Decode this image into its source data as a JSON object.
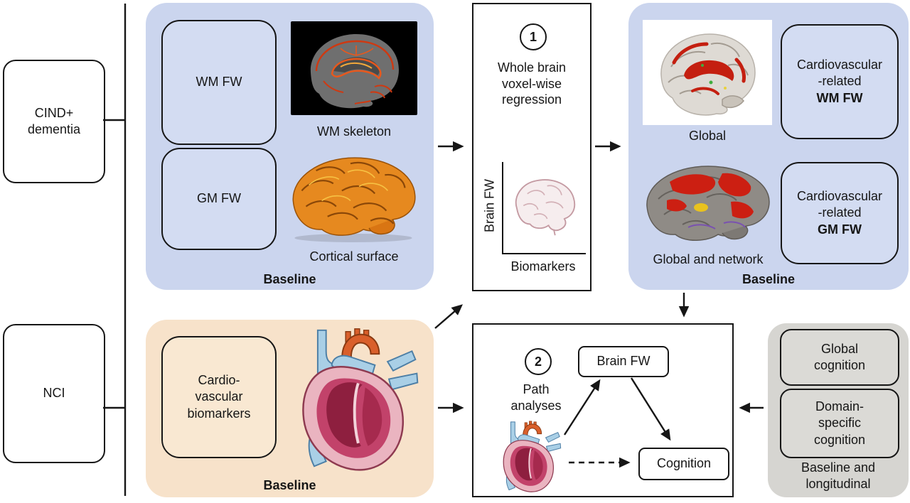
{
  "figure": {
    "cohort": {
      "cind_label": "CIND+\ndementia",
      "nci_label": "NCI"
    },
    "imaging_panel": {
      "wm_fw": "WM FW",
      "gm_fw": "GM FW",
      "wm_skeleton_caption": "WM skeleton",
      "cortical_surface_caption": "Cortical surface",
      "baseline": "Baseline"
    },
    "step1": {
      "number": "1",
      "title": "Whole brain\nvoxel-wise\nregression",
      "y_axis_label": "Brain FW",
      "x_axis_label": "Biomarkers"
    },
    "results_panel": {
      "global_caption": "Global",
      "global_network_caption": "Global and network",
      "wm_box_text": "Cardiovascular\n-related",
      "wm_box_bold": "WM FW",
      "gm_box_text": "Cardiovascular\n-related",
      "gm_box_bold": "GM FW",
      "baseline": "Baseline"
    },
    "cardio_panel": {
      "biomarkers_label": "Cardio-\nvascular\nbiomarkers",
      "baseline": "Baseline"
    },
    "step2": {
      "number": "2",
      "title": "Path\nanalyses",
      "brain_fw": "Brain FW",
      "cognition": "Cognition"
    },
    "cognition_panel": {
      "global_label": "Global\ncognition",
      "domain_label": "Domain-\nspecific\ncognition",
      "caption": "Baseline and\nlongitudinal"
    }
  },
  "colors": {
    "imaging_panel_bg": "#cbd5ee",
    "cardio_panel_bg": "#f7e2ca",
    "cognition_panel_bg": "#d6d5d1",
    "line": "#161616",
    "wm_skeleton_accent": "#cf3911",
    "cortical_surface_accent": "#e6891f",
    "fw_overlay_red": "#c41f10",
    "heart_red": "#b3274e",
    "vessel_blue": "#a9cfe6"
  }
}
